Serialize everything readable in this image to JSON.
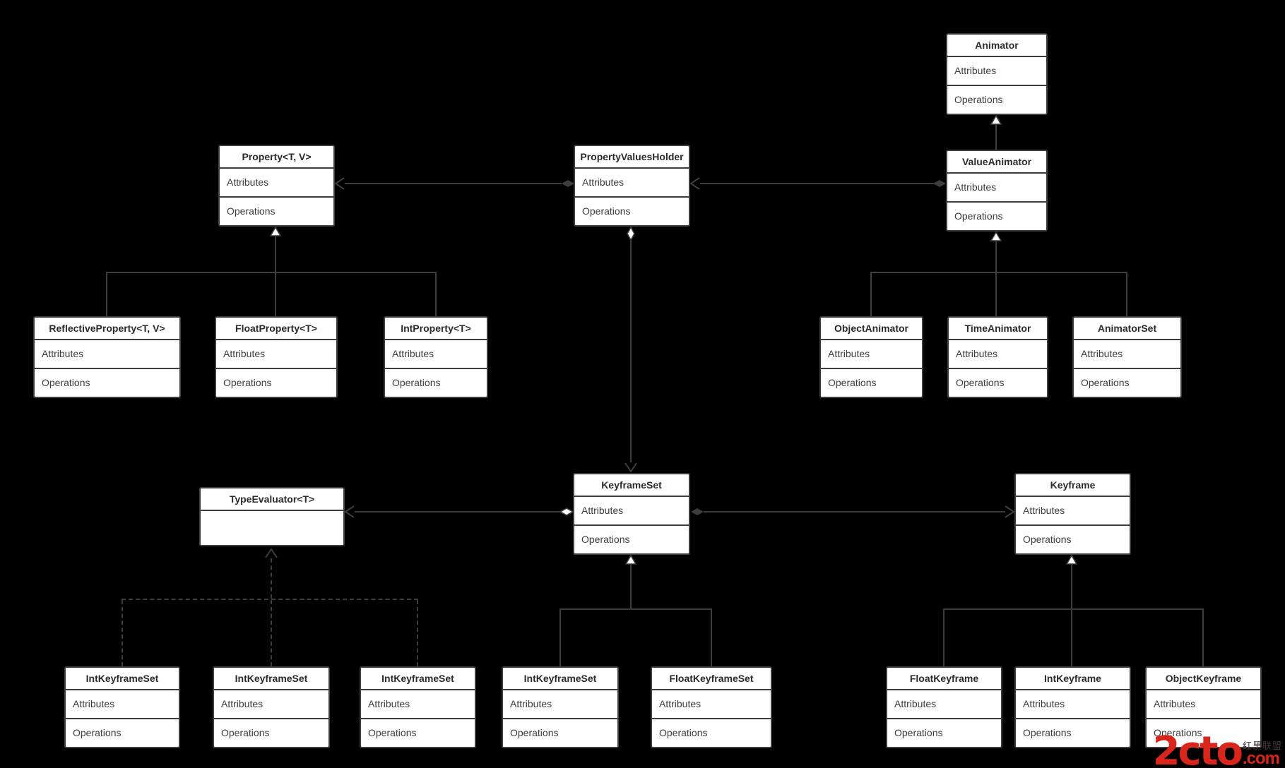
{
  "labels": {
    "attributes": "Attributes",
    "operations": "Operations"
  },
  "classes": {
    "animator": {
      "title": "Animator"
    },
    "value_animator": {
      "title": "ValueAnimator"
    },
    "property": {
      "title": "Property<T, V>"
    },
    "property_values_holder": {
      "title": "PropertyValuesHolder"
    },
    "reflective_property": {
      "title": "ReflectiveProperty<T, V>"
    },
    "float_property": {
      "title": "FloatProperty<T>"
    },
    "int_property": {
      "title": "IntProperty<T>"
    },
    "object_animator": {
      "title": "ObjectAnimator"
    },
    "time_animator": {
      "title": "TimeAnimator"
    },
    "animator_set": {
      "title": "AnimatorSet"
    },
    "keyframe_set": {
      "title": "KeyframeSet"
    },
    "type_evaluator": {
      "title": "TypeEvaluator<T>"
    },
    "keyframe": {
      "title": "Keyframe"
    },
    "int_keyframe_set_1": {
      "title": "IntKeyframeSet"
    },
    "int_keyframe_set_2": {
      "title": "IntKeyframeSet"
    },
    "int_keyframe_set_3": {
      "title": "IntKeyframeSet"
    },
    "int_keyframe_set_4": {
      "title": "IntKeyframeSet"
    },
    "float_keyframe_set": {
      "title": "FloatKeyframeSet"
    },
    "float_keyframe": {
      "title": "FloatKeyframe"
    },
    "int_keyframe": {
      "title": "IntKeyframe"
    },
    "object_keyframe": {
      "title": "ObjectKeyframe"
    }
  },
  "relationships": [
    {
      "from": "ValueAnimator",
      "to": "Animator",
      "type": "generalization"
    },
    {
      "from": "ValueAnimator",
      "to": "PropertyValuesHolder",
      "type": "aggregation, filled diamond at ValueAnimator, open arrow at PropertyValuesHolder"
    },
    {
      "from": "PropertyValuesHolder",
      "to": "Property<T, V>",
      "type": "aggregation, filled diamond at PropertyValuesHolder, open arrow at Property"
    },
    {
      "from": "PropertyValuesHolder",
      "to": "KeyframeSet",
      "type": "aggregation, hollow diamond at PropertyValuesHolder, open arrow at KeyframeSet"
    },
    {
      "from": "ReflectiveProperty<T, V>",
      "to": "Property<T, V>",
      "type": "generalization"
    },
    {
      "from": "FloatProperty<T>",
      "to": "Property<T, V>",
      "type": "generalization"
    },
    {
      "from": "IntProperty<T>",
      "to": "Property<T, V>",
      "type": "generalization"
    },
    {
      "from": "ObjectAnimator",
      "to": "ValueAnimator",
      "type": "generalization"
    },
    {
      "from": "TimeAnimator",
      "to": "ValueAnimator",
      "type": "generalization"
    },
    {
      "from": "AnimatorSet",
      "to": "ValueAnimator",
      "type": "generalization"
    },
    {
      "from": "KeyframeSet",
      "to": "TypeEvaluator<T>",
      "type": "aggregation, hollow diamond at KeyframeSet, open arrow at TypeEvaluator"
    },
    {
      "from": "KeyframeSet",
      "to": "Keyframe",
      "type": "aggregation, filled diamond at KeyframeSet, open arrow at Keyframe"
    },
    {
      "from": "IntKeyframeSet (1)",
      "to": "TypeEvaluator<T>",
      "type": "dashed dependency"
    },
    {
      "from": "IntKeyframeSet (2)",
      "to": "TypeEvaluator<T>",
      "type": "dashed dependency"
    },
    {
      "from": "IntKeyframeSet (3)",
      "to": "TypeEvaluator<T>",
      "type": "dashed dependency"
    },
    {
      "from": "IntKeyframeSet (4)",
      "to": "KeyframeSet",
      "type": "generalization"
    },
    {
      "from": "FloatKeyframeSet",
      "to": "KeyframeSet",
      "type": "generalization"
    },
    {
      "from": "FloatKeyframe",
      "to": "Keyframe",
      "type": "generalization"
    },
    {
      "from": "IntKeyframe",
      "to": "Keyframe",
      "type": "generalization"
    },
    {
      "from": "ObjectKeyframe",
      "to": "Keyframe",
      "type": "generalization"
    }
  ],
  "colors": {
    "background": "#000000",
    "box_fill": "#ffffff",
    "line": "#3e3e3e",
    "title_text": "#2b2b2b",
    "body_text": "#3c3c3c",
    "watermark_red": "#da251c"
  },
  "watermark": {
    "brand": "2cto",
    "suffix": ".com",
    "cjk": "红黑联盟"
  }
}
